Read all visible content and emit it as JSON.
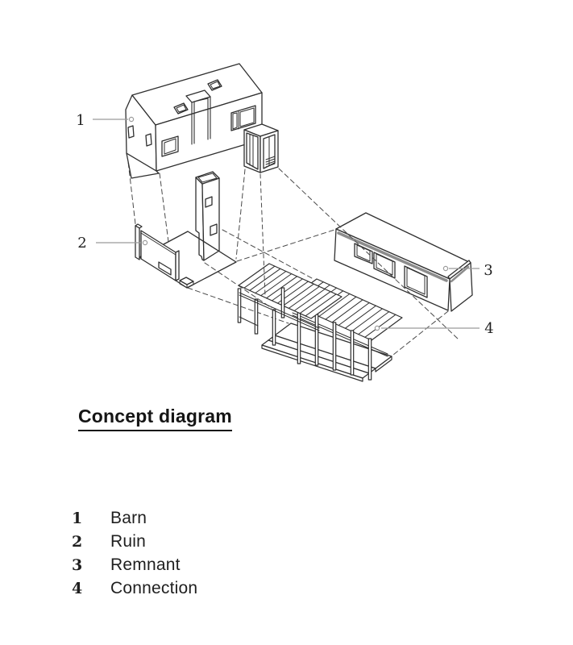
{
  "diagram": {
    "title": "Concept diagram",
    "colors": {
      "line": "#2f2f2f",
      "dash": "#4a4a4a",
      "leader": "#9b9b9b",
      "stripe": "#8c8c8c",
      "text": "#1f1f1f",
      "background": "#ffffff"
    },
    "markers": [
      {
        "num": "1"
      },
      {
        "num": "2"
      },
      {
        "num": "3"
      },
      {
        "num": "4"
      }
    ],
    "legend": [
      {
        "num": "1",
        "label": "Barn"
      },
      {
        "num": "2",
        "label": "Ruin"
      },
      {
        "num": "3",
        "label": "Remnant"
      },
      {
        "num": "4",
        "label": "Connection"
      }
    ]
  }
}
